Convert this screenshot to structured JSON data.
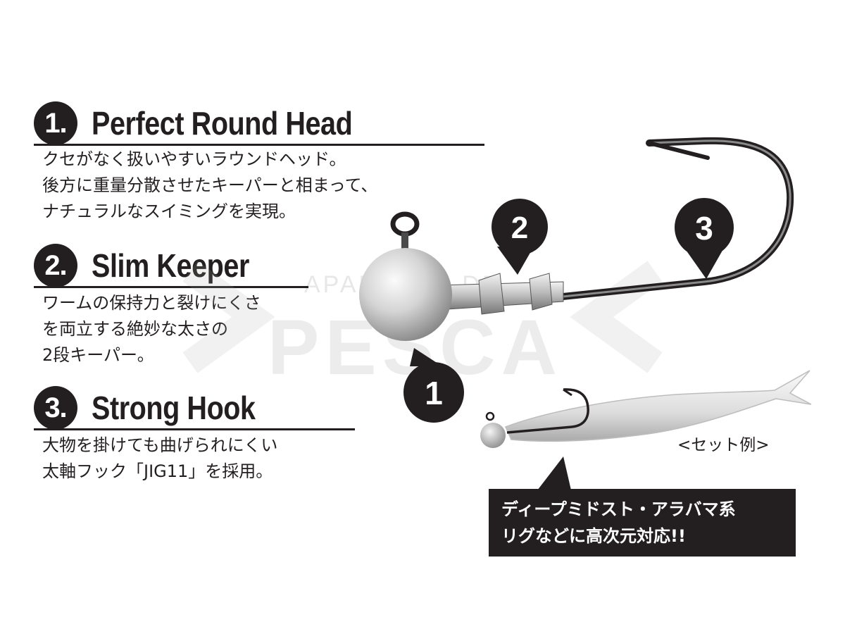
{
  "features": [
    {
      "number": "1.",
      "title": "Perfect Round Head",
      "lines": [
        "クセがなく扱いやすいラウンドヘッド。",
        "後方に重量分散させたキーパーと相まって、",
        "ナチュラルなスイミングを実現。"
      ]
    },
    {
      "number": "2.",
      "title": "Slim Keeper",
      "lines": [
        "ワームの保持力と裂けにくさ",
        "を両立する絶妙な太さの",
        "2段キーパー。"
      ]
    },
    {
      "number": "3.",
      "title": "Strong  Hook",
      "lines": [
        "大物を掛けても曲げられにくい",
        "太軸フック「JIG11」を採用。"
      ]
    }
  ],
  "callouts": {
    "head": "1",
    "keeper": "2",
    "hook": "3"
  },
  "set_example_caption": "<セット例>",
  "banner": {
    "line1": "ディープミドスト・アラバマ系",
    "line2": "リグなどに高次元対応!!"
  },
  "watermark": {
    "top": "APAREJOS DE",
    "main": "PESCA"
  },
  "colors": {
    "ink": "#231f20",
    "background": "#ffffff",
    "head_silver": "#c8c8c8"
  }
}
